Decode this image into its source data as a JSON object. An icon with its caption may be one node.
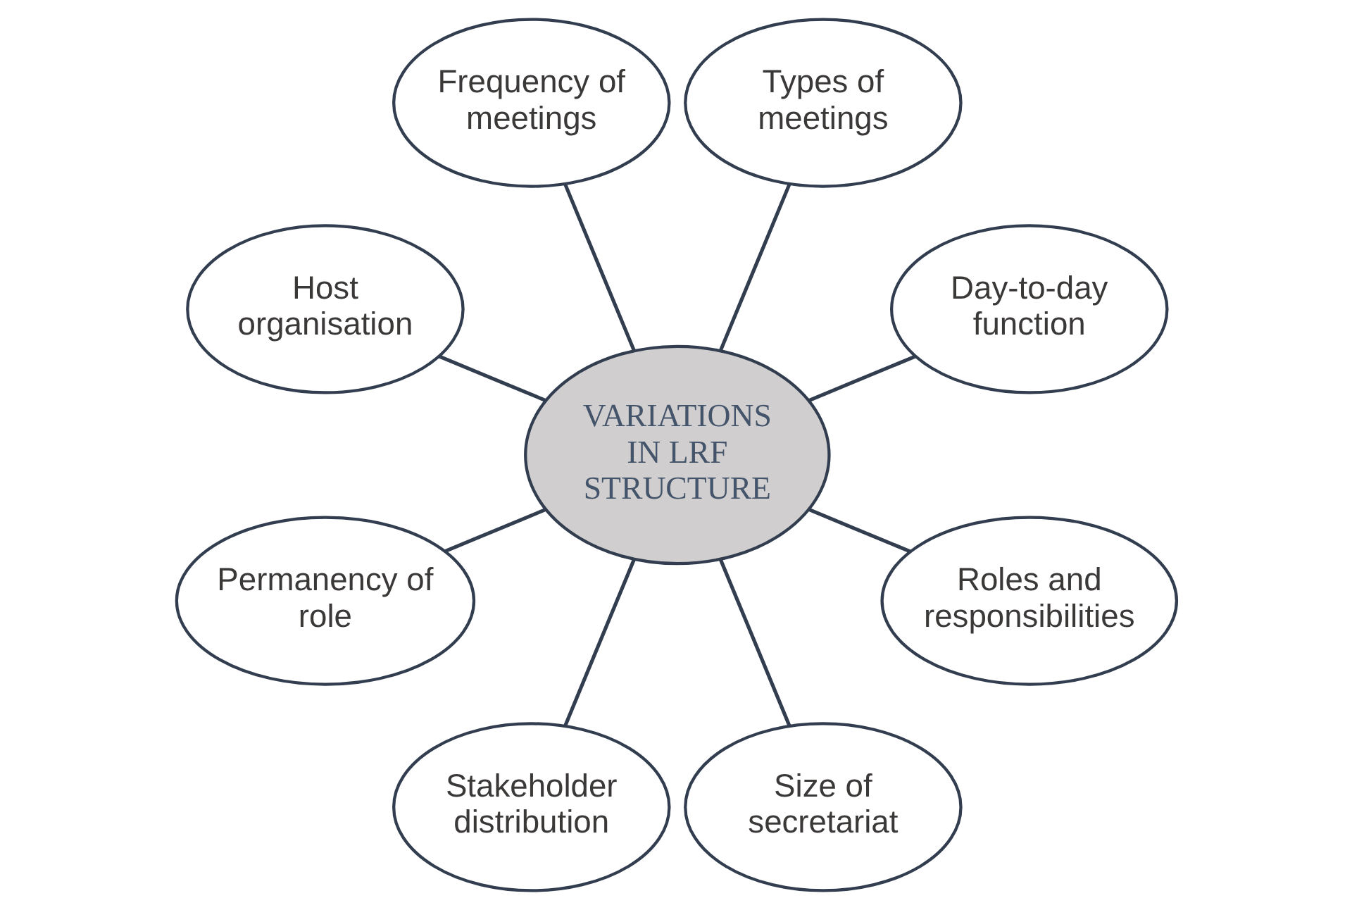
{
  "diagram": {
    "nodes": [
      {
        "text": [
          "VARIATIONS IN LRF STRUCTURE"
        ]
      },
      {
        "text": [
          "Day-to-day function"
        ]
      },
      {
        "text": [
          "Types of meetings"
        ]
      },
      {
        "text": [
          "Frequency of meetings"
        ]
      },
      {
        "text": [
          "Host organisation"
        ]
      },
      {
        "text": [
          "Permanency of role"
        ]
      },
      {
        "text": [
          "Stakeholder distribution"
        ]
      },
      {
        "text": [
          "Size of secretariat"
        ]
      },
      {
        "text": [
          "Roles and responsibilities"
        ]
      }
    ],
    "edges": [
      {
        "from": 0,
        "to": 1,
        "arrow": "none"
      },
      {
        "from": 0,
        "to": 2,
        "arrow": "none"
      },
      {
        "from": 0,
        "to": 3,
        "arrow": "none"
      },
      {
        "from": 0,
        "to": 4,
        "arrow": "none"
      },
      {
        "from": 0,
        "to": 5,
        "arrow": "none"
      },
      {
        "from": 0,
        "to": 6,
        "arrow": "none"
      },
      {
        "from": 0,
        "to": 7,
        "arrow": "none"
      },
      {
        "from": 0,
        "to": 8,
        "arrow": "none"
      }
    ]
  }
}
